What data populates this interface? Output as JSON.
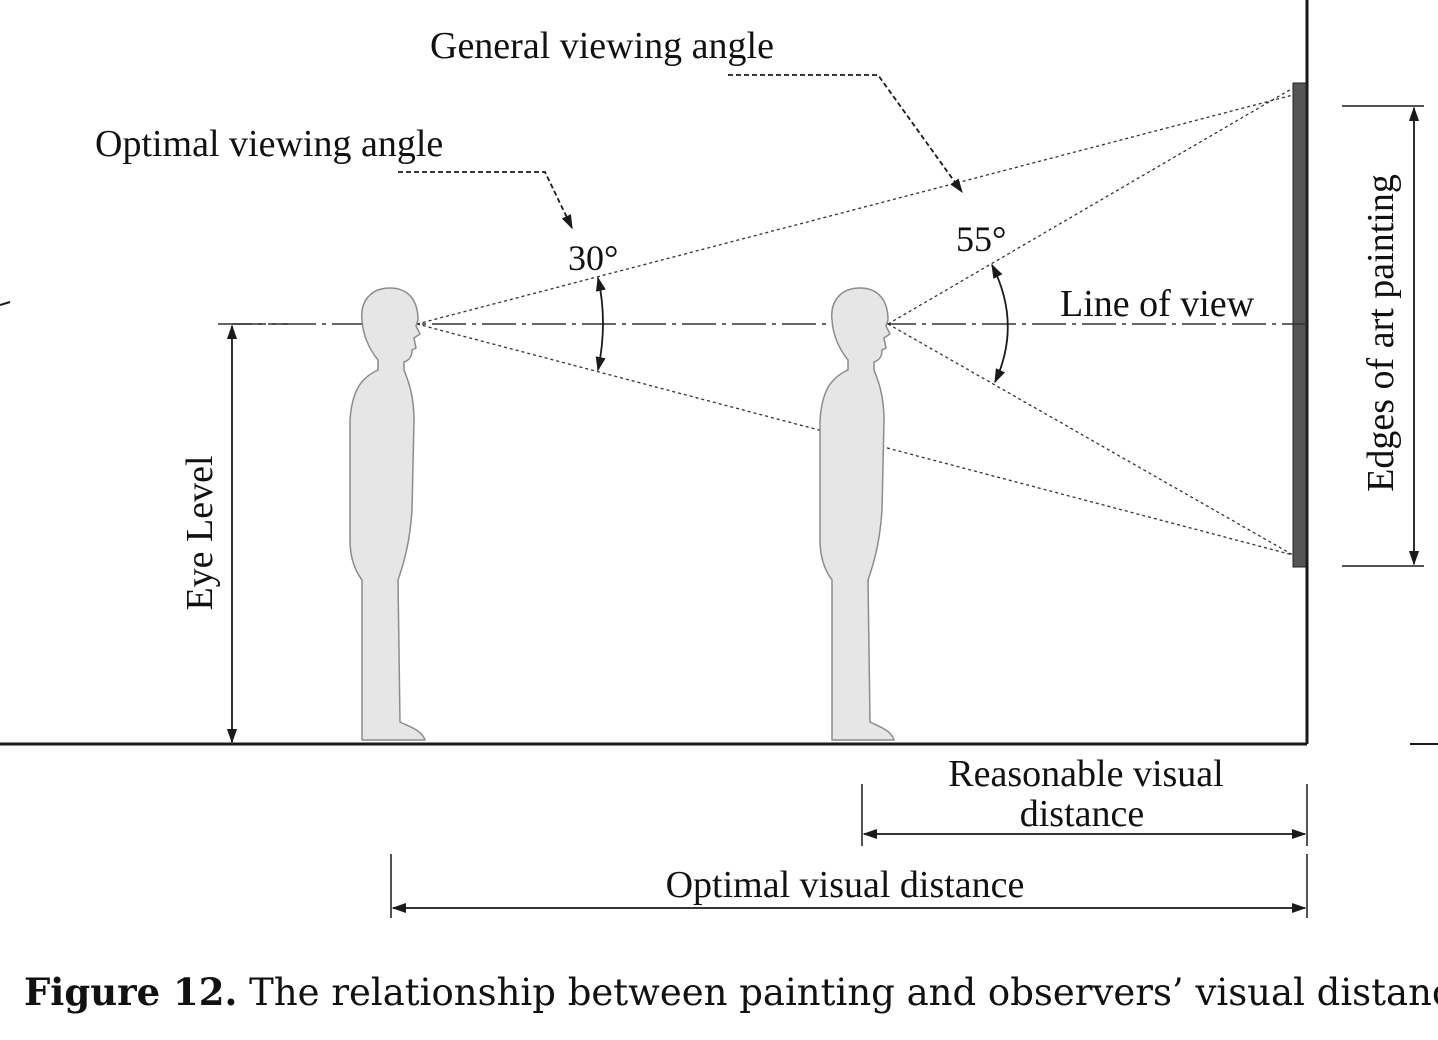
{
  "diagram": {
    "labels": {
      "general_viewing_angle": "General viewing angle",
      "optimal_viewing_angle": "Optimal viewing angle",
      "angle_30": "30°",
      "angle_55": "55°",
      "line_of_view": "Line of view",
      "eye_level": "Eye Level",
      "edges_of_art_painting": "Edges of art painting",
      "reasonable_visual_distance_line1": "Reasonable visual",
      "reasonable_visual_distance_line2": "distance",
      "optimal_visual_distance": "Optimal visual distance"
    },
    "colors": {
      "line": "#1a1a1a",
      "figure_fill": "#e6e6e6",
      "figure_stroke": "#8c8c8c",
      "painting": "#555555"
    }
  },
  "caption": {
    "label": "Figure 12.",
    "text": "The relationship between painting and observers’ visual distance."
  }
}
